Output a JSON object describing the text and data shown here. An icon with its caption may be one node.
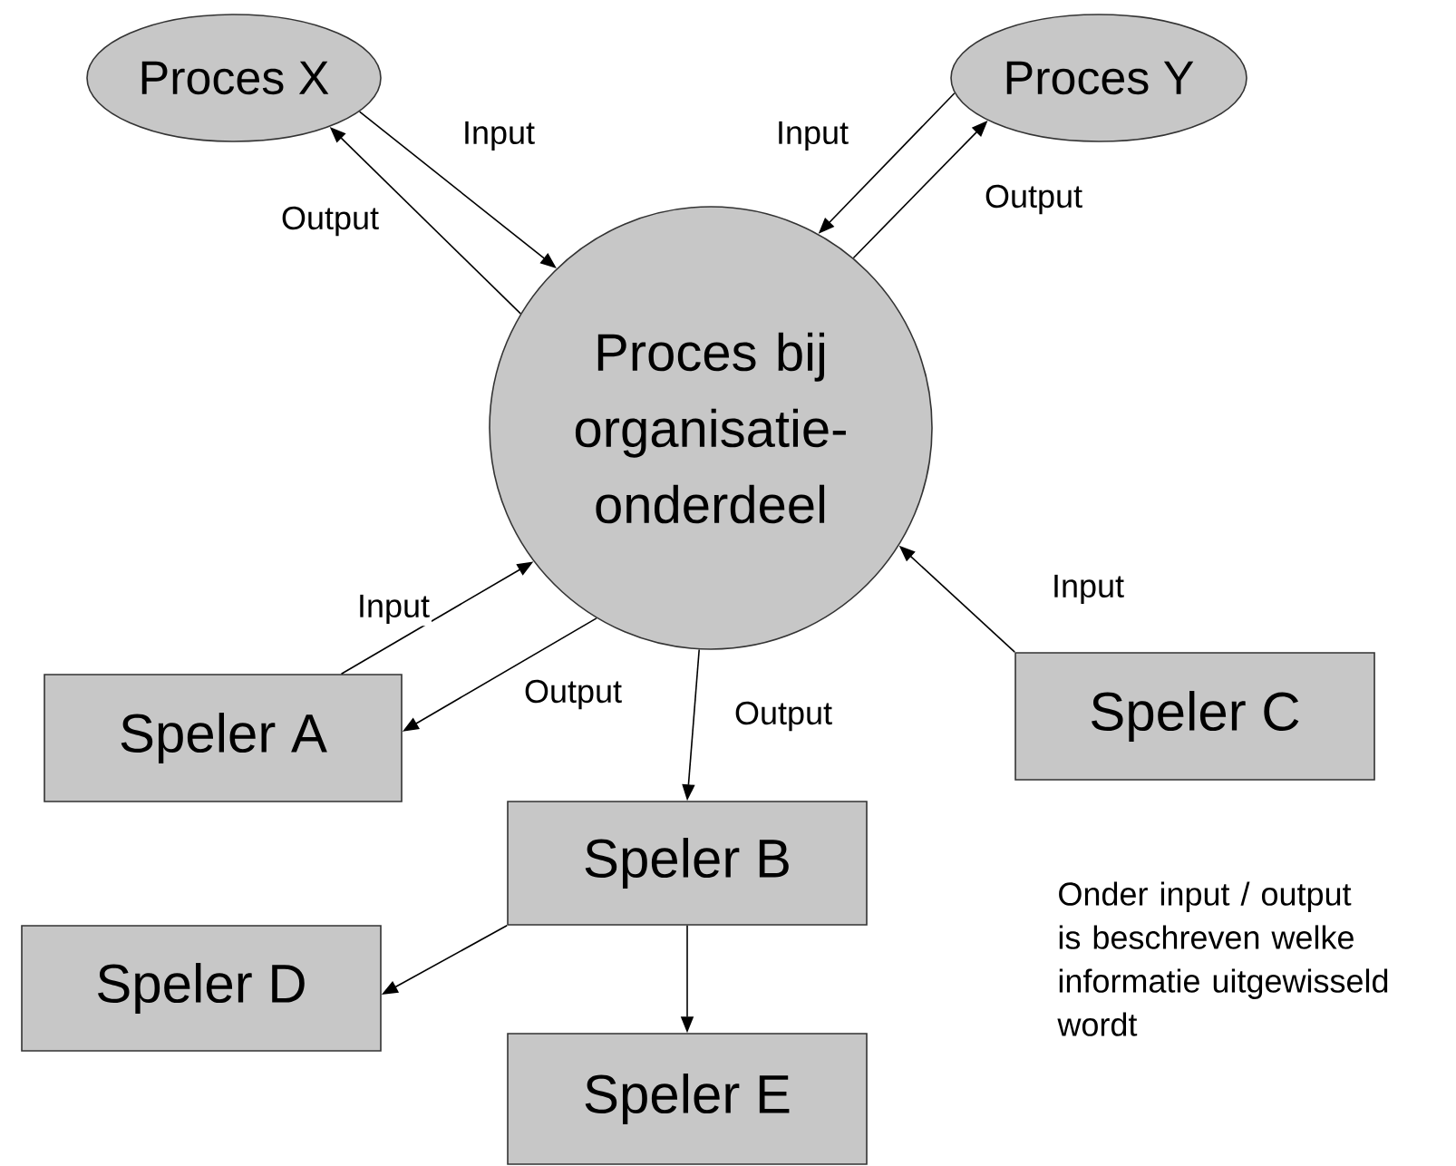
{
  "diagram": {
    "nodes": [
      {
        "text": [
          "Proces X"
        ]
      },
      {
        "text": [
          "Proces Y"
        ]
      },
      {
        "text": [
          "Proces bij organisatie-onderdeel"
        ]
      },
      {
        "text": [
          "Speler A"
        ]
      },
      {
        "text": [
          "Speler C"
        ]
      },
      {
        "text": [
          "Speler B"
        ]
      },
      {
        "text": [
          "Speler D"
        ]
      },
      {
        "text": [
          "Speler E"
        ]
      }
    ],
    "edges": [
      {
        "from": 0,
        "to": 2,
        "arrow": "to",
        "label": "Input"
      },
      {
        "from": 2,
        "to": 0,
        "arrow": "to",
        "label": "Output"
      },
      {
        "from": 1,
        "to": 2,
        "arrow": "to",
        "label": "Input"
      },
      {
        "from": 2,
        "to": 1,
        "arrow": "to",
        "label": "Output"
      },
      {
        "from": 3,
        "to": 2,
        "arrow": "to",
        "label": "Input"
      },
      {
        "from": 2,
        "to": 3,
        "arrow": "to",
        "label": "Output"
      },
      {
        "from": 2,
        "to": 5,
        "arrow": "to",
        "label": "Output"
      },
      {
        "from": 4,
        "to": 2,
        "arrow": "to",
        "label": "Input"
      },
      {
        "from": 5,
        "to": 6,
        "arrow": "to"
      },
      {
        "from": 5,
        "to": 7,
        "arrow": "to"
      }
    ],
    "labels": [
      "Onder input / output is beschreven welke informatie uitgewisseld wordt"
    ]
  }
}
